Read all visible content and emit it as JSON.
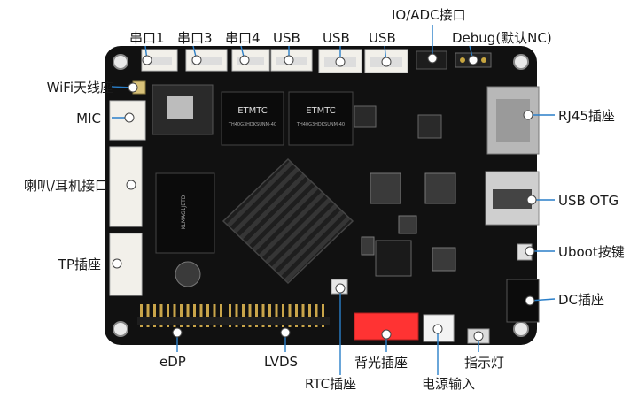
{
  "labels": {
    "uart1": "串口1",
    "uart3": "串口3",
    "uart4": "串口4",
    "usb_a": "USB",
    "usb_b": "USB",
    "usb_c": "USB",
    "io_adc": "IO/ADC接口",
    "debug": "Debug(默认NC)",
    "wifi_antenna": "WiFi天线座",
    "mic": "MIC",
    "speaker_earphone": "喇叭/耳机接口",
    "tp_socket": "TP插座",
    "rj45": "RJ45插座",
    "usb_otg": "USB OTG",
    "uboot_key": "Uboot按键",
    "dc_socket": "DC插座",
    "edp": "eDP",
    "lvds": "LVDS",
    "backlight": "背光插座",
    "indicator": "指示灯",
    "rtc": "RTC插座",
    "power_input": "电源输入"
  },
  "chips": {
    "memory_brand_1": "ETMTC",
    "memory_brand_2": "ETMTC",
    "memory_part_1": "TH40G3HDKSUNM-40",
    "memory_part_2": "TH40G3HDKSUNM-40",
    "emmc_marking": "KLMAG1JETD"
  },
  "colors": {
    "board": "#101010",
    "accent": "#ff3333",
    "callout_line": "#2a7fc9",
    "dot": "#ffffff"
  }
}
